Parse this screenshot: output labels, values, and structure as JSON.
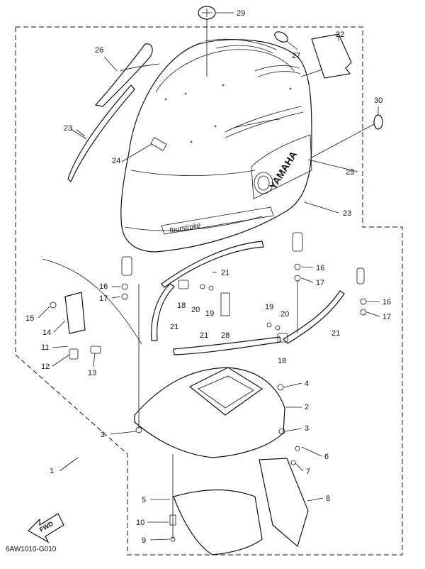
{
  "diagram_code": "6AW1010-G010",
  "fwd_label": "FWD",
  "brand_decal": "YAMAHA",
  "side_decal": "fourstroke",
  "callouts": {
    "c1": "1",
    "c2": "2",
    "c3a": "3",
    "c3b": "3",
    "c4": "4",
    "c5": "5",
    "c6": "6",
    "c7": "7",
    "c8": "8",
    "c9": "9",
    "c10": "10",
    "c11": "11",
    "c12": "12",
    "c13": "13",
    "c14": "14",
    "c15": "15",
    "c16a": "16",
    "c16b": "16",
    "c16c": "16",
    "c17a": "17",
    "c17b": "17",
    "c17c": "17",
    "c18a": "18",
    "c18b": "18",
    "c19a": "19",
    "c19b": "19",
    "c20a": "20",
    "c20b": "20",
    "c21a": "21",
    "c21b": "21",
    "c21c": "21",
    "c21d": "21",
    "c22": "22",
    "c23a": "23",
    "c23b": "23",
    "c24": "24",
    "c25": "25",
    "c26": "26",
    "c27": "27",
    "c28": "28",
    "c29": "29",
    "c30": "30"
  }
}
